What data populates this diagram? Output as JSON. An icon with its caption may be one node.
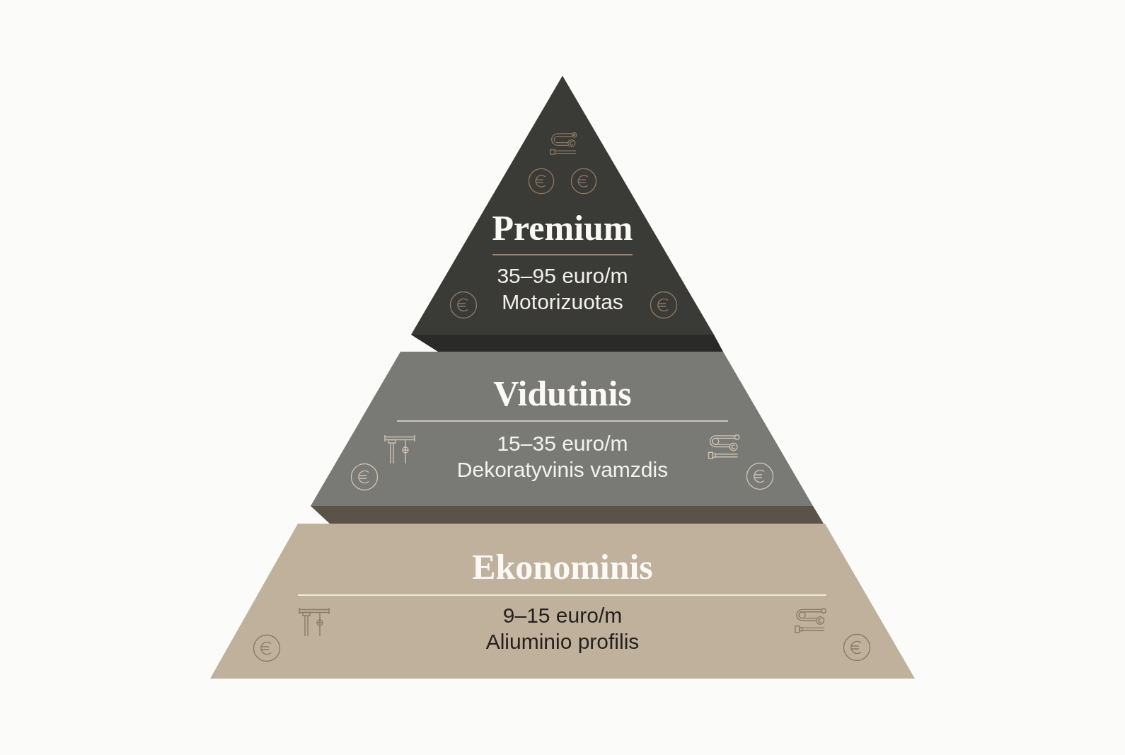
{
  "diagram": {
    "nodes": [
      {
        "text": [
          "Premium",
          "35–95 euro/m",
          "Motorizuotas"
        ]
      },
      {
        "text": [
          "Vidutinis",
          "15–35 euro/m",
          "Dekoratyvinis vamzdis"
        ]
      },
      {
        "text": [
          "Ekonominis",
          "9–15 euro/m",
          "Aliuminio profilis"
        ]
      }
    ]
  }
}
